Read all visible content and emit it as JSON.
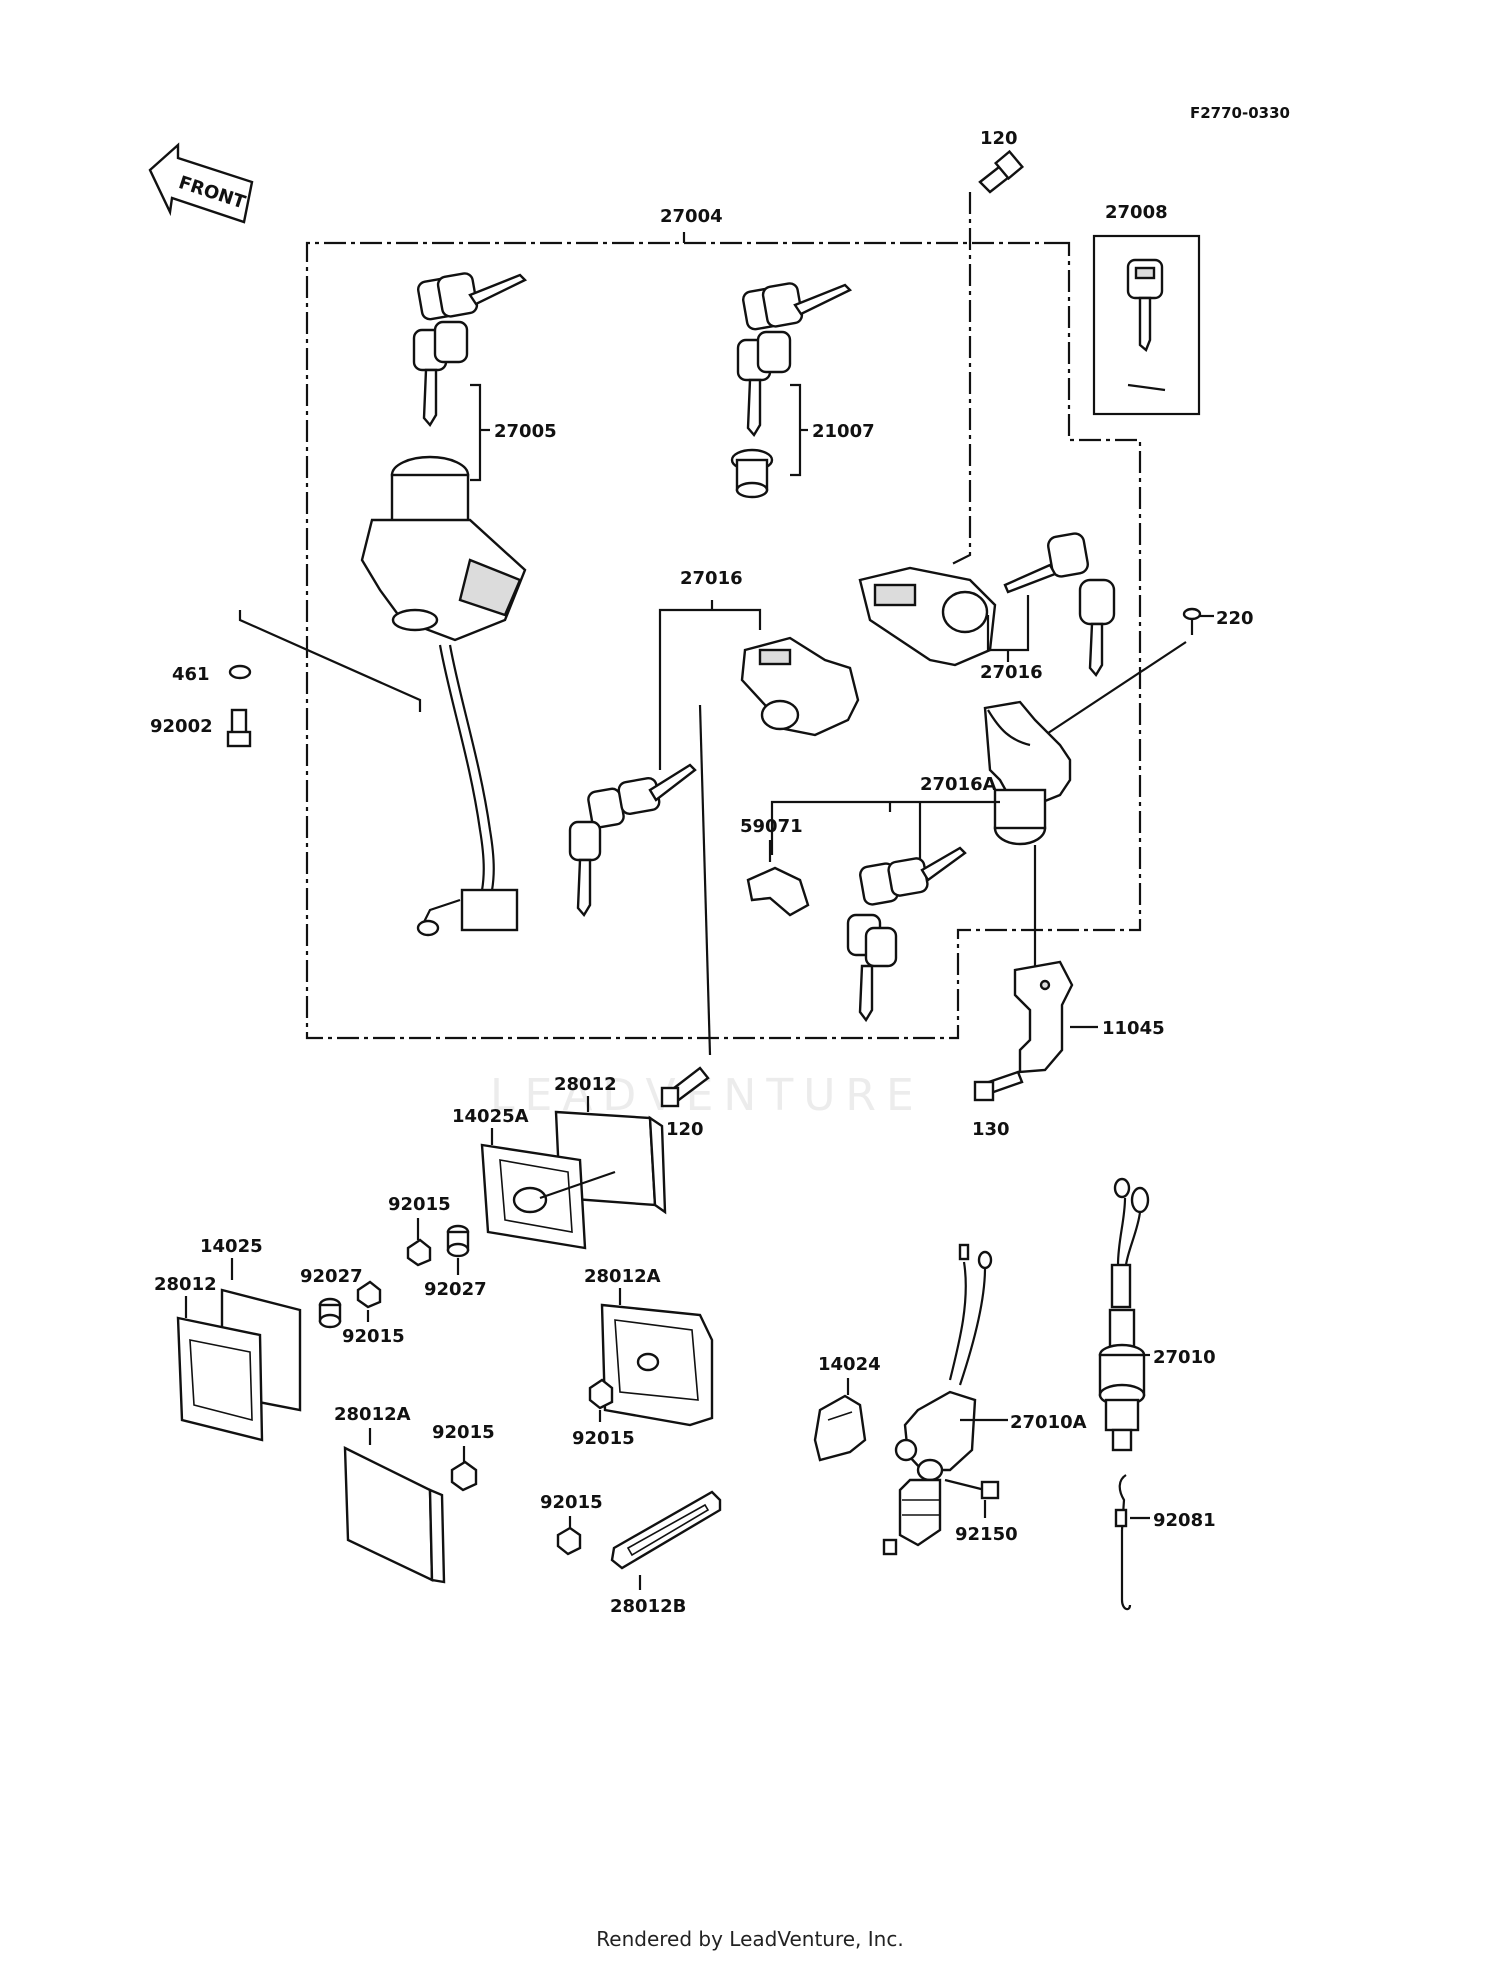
{
  "figure_code": "F2770-0330",
  "front_arrow_label": "FRONT",
  "watermark": "LEADVENTURE",
  "footer": "Rendered by LeadVenture, Inc.",
  "parts": {
    "p120_top": "120",
    "p27004": "27004",
    "p27008": "27008",
    "p27005": "27005",
    "p21007": "21007",
    "p27016_center": "27016",
    "p27016_right": "27016",
    "p220": "220",
    "p461": "461",
    "p92002": "92002",
    "p27016A": "27016A",
    "p59071": "59071",
    "p11045": "11045",
    "p28012_top": "28012",
    "p14025A": "14025A",
    "p120_bottom": "120",
    "p130": "130",
    "p92015_a": "92015",
    "p92027_a": "92027",
    "p14025": "14025",
    "p92027_b": "92027",
    "p28012_left": "28012",
    "p92015_b": "92015",
    "p28012A_center": "28012A",
    "p92015_c": "92015",
    "p28012A_left": "28012A",
    "p92015_d": "92015",
    "p92015_e": "92015",
    "p28012B": "28012B",
    "p14024": "14024",
    "p27010A": "27010A",
    "p27010": "27010",
    "p92150": "92150",
    "p92081": "92081"
  }
}
